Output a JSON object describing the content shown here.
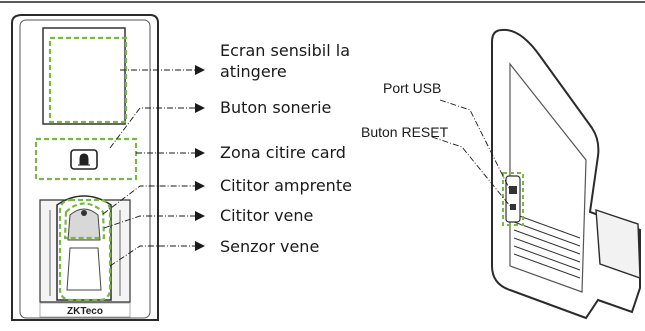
{
  "labels": {
    "screen_line1": "Ecran sensibil la",
    "screen_line2": "atingere",
    "doorbell": "Buton sonerie",
    "card": "Zona citire card",
    "fingerprint": "Cititor amprente",
    "vein_reader": "Cititor vene",
    "vein_sensor": "Senzor vene",
    "usb": "Port USB",
    "reset": "Buton RESET"
  },
  "brand": "ZKTeco",
  "colors": {
    "highlight": "#7ab648",
    "arrow": "#1a1a1a",
    "device_outline": "#2b2b2b"
  }
}
